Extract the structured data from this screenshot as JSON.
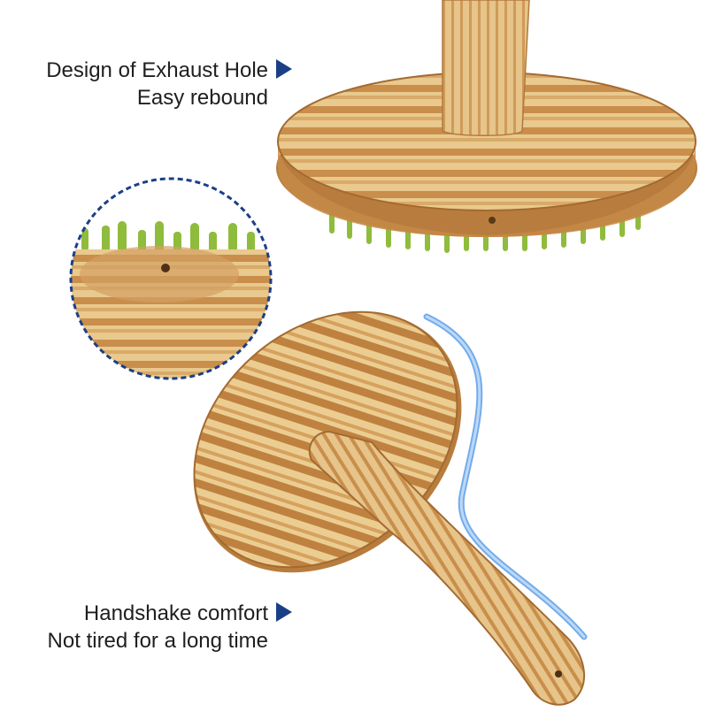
{
  "captions": {
    "top": {
      "line1": "Design of Exhaust Hole",
      "line2": "Easy rebound"
    },
    "bottom": {
      "line1": "Handshake comfort",
      "line2": "Not tired for a long time"
    }
  },
  "colors": {
    "text": "#1f1f1f",
    "pointer": "#1b3f87",
    "bamboo_light": "#e9c98d",
    "bamboo_dark": "#b87d3e",
    "bristle_green": "#8fbc3c",
    "motion_arc": "#5a9de6",
    "zoom_circle_border": "#1b3f87"
  },
  "icons": {
    "pointer": "triangle-right-icon"
  }
}
